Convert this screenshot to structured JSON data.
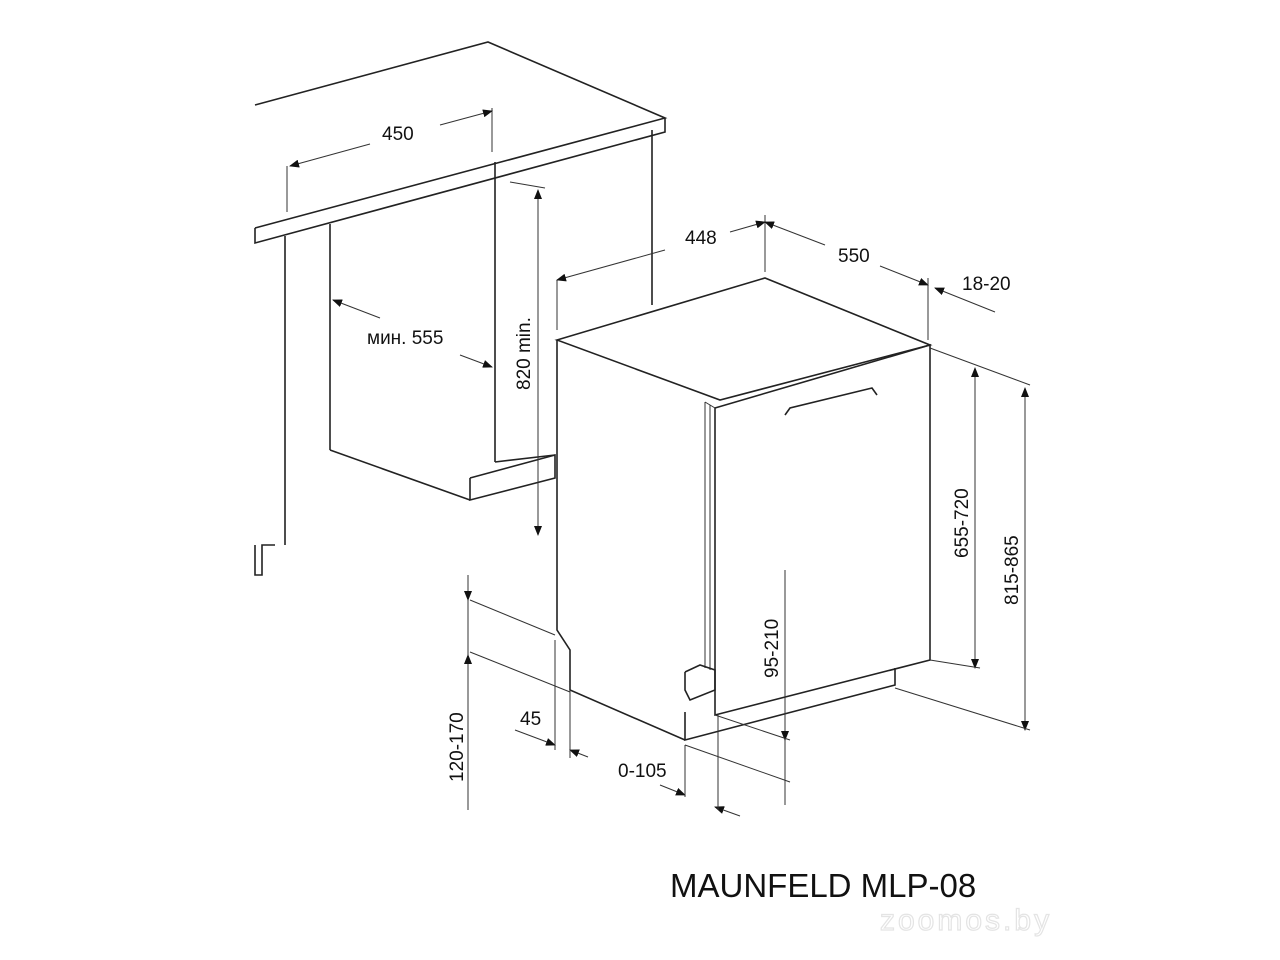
{
  "diagram": {
    "title": "MAUNFELD MLP-08",
    "watermark": "zoomos.by",
    "dimensions": {
      "cabinet_depth": "450",
      "niche_width": "мин. 555",
      "niche_height": "820 min.",
      "appliance_width": "448",
      "appliance_depth": "550",
      "door_gap": "18-20",
      "door_height": "655-720",
      "total_height": "815-865",
      "plinth_height": "95-210",
      "plinth_depth": "45",
      "leg_range": "120-170",
      "plinth_offset": "0-105"
    }
  }
}
